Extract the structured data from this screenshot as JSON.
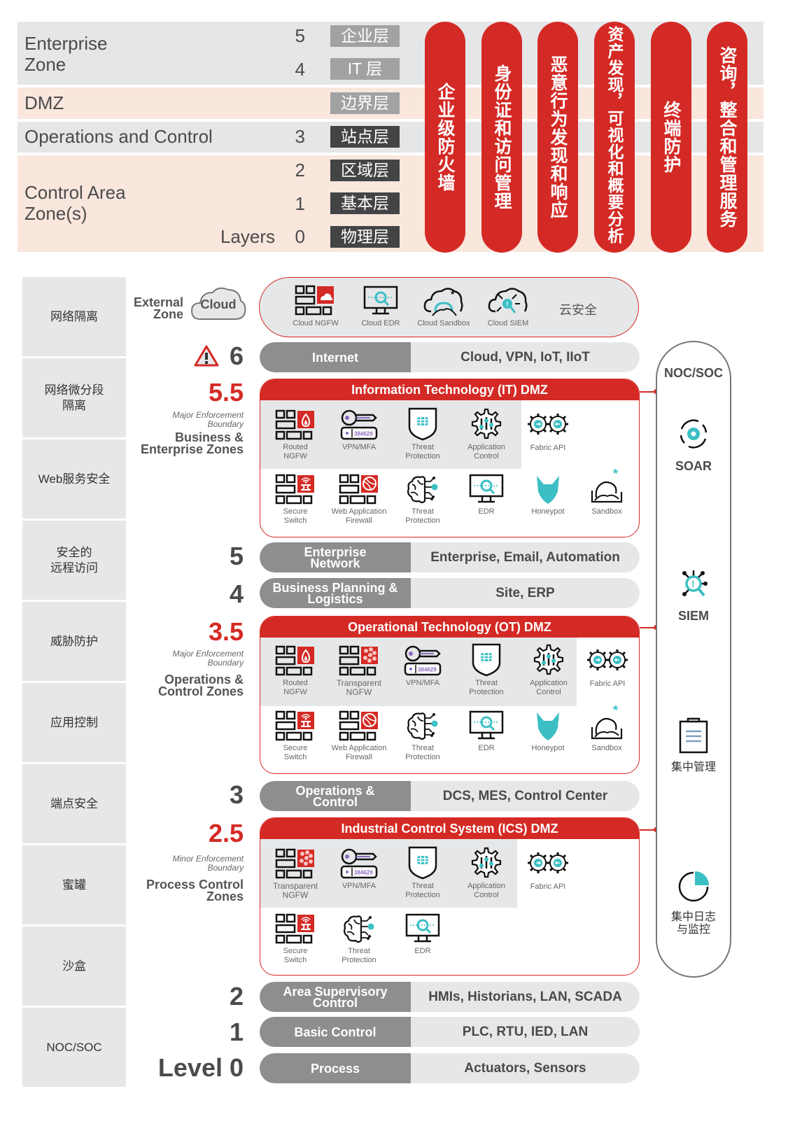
{
  "top": {
    "zones": [
      {
        "label": "Enterprise\nZone",
        "color": "gray"
      },
      {
        "label": "DMZ",
        "color": "peach"
      },
      {
        "label": "Operations and Control",
        "color": "gray"
      },
      {
        "label": "Control Area\nZone(s)",
        "color": "peach"
      }
    ],
    "layers_word": "Layers",
    "layers": [
      {
        "num": "5",
        "tag": "企业层",
        "style": "light"
      },
      {
        "num": "4",
        "tag": "IT 层",
        "style": "light"
      },
      {
        "num": "",
        "tag": "边界层",
        "style": "light"
      },
      {
        "num": "3",
        "tag": "站点层",
        "style": "dark"
      },
      {
        "num": "2",
        "tag": "区域层",
        "style": "dark"
      },
      {
        "num": "1",
        "tag": "基本层",
        "style": "dark"
      },
      {
        "num": "0",
        "tag": "物理层",
        "style": "dark"
      }
    ],
    "pillars": [
      "企业级防火墙",
      "身份证和访问管理",
      "恶意行为发现和响应",
      "资产发现，可视化和概要分析",
      "终端防护",
      "咨询，整合和管理服务"
    ]
  },
  "sidebar": [
    "网络隔离",
    "网络微分段\n隔离",
    "Web服务安全",
    "安全的\n远程访问",
    "威胁防护",
    "应用控制",
    "端点安全",
    "蜜罐",
    "沙盒",
    "NOC/SOC"
  ],
  "cloud": {
    "external_zone": "External\nZone",
    "cloud_label": "Cloud",
    "tools": [
      "Cloud NGFW",
      "Cloud EDR",
      "Cloud Sandbox",
      "Cloud SIEM"
    ],
    "cn_label": "云安全"
  },
  "levels": {
    "l6": {
      "num": "6",
      "left": "Internet",
      "right": "Cloud, VPN, IoT, IIoT"
    },
    "l55": {
      "num": "5.5",
      "boundary": "Major Enforcement\nBoundary",
      "zone": "Business &\nEnterprise Zones"
    },
    "l5": {
      "num": "5",
      "left": "Enterprise\nNetwork",
      "right": "Enterprise, Email, Automation"
    },
    "l4": {
      "num": "4",
      "left": "Business Planning &\nLogistics",
      "right": "Site, ERP"
    },
    "l35": {
      "num": "3.5",
      "boundary": "Major Enforcement\nBoundary",
      "zone": "Operations &\nControl Zones"
    },
    "l3": {
      "num": "3",
      "left": "Operations &\nControl",
      "right": "DCS, MES, Control Center"
    },
    "l25": {
      "num": "2.5",
      "boundary": "Minor Enforcement\nBoundary",
      "zone": "Process Control\nZones"
    },
    "l2": {
      "num": "2",
      "left": "Area Supervisory\nControl",
      "right": "HMIs, Historians, LAN, SCADA"
    },
    "l1": {
      "num": "1",
      "left": "Basic Control",
      "right": "PLC, RTU, IED, LAN"
    },
    "l0": {
      "num": "Level 0",
      "left": "Process",
      "right": "Actuators, Sensors"
    }
  },
  "dmz": {
    "it": {
      "title": "Information Technology (IT) DMZ",
      "row1": [
        "Routed\nNGFW",
        "VPN/MFA",
        "Threat\nProtection",
        "Application\nControl",
        "Fabric API"
      ],
      "row2": [
        "Secure\nSwitch",
        "Web Application\nFirewall",
        "Threat\nProtection",
        "EDR",
        "Honeypot",
        "Sandbox"
      ]
    },
    "ot": {
      "title": "Operational Technology (OT) DMZ",
      "row1": [
        "Routed\nNGFW",
        "Transparent\nNGFW",
        "VPN/MFA",
        "Threat\nProtection",
        "Application\nControl",
        "Fabric API"
      ],
      "row2": [
        "Secure\nSwitch",
        "Web Application\nFirewall",
        "Threat\nProtection",
        "EDR",
        "Honeypot",
        "Sandbox"
      ]
    },
    "ics": {
      "title": "Industrial  Control System (ICS) DMZ",
      "row1": [
        "Transparent\nNGFW",
        "VPN/MFA",
        "Threat\nProtection",
        "Application\nControl",
        "Fabric API"
      ],
      "row2": [
        "Secure\nSwitch",
        "Threat\nProtection",
        "EDR"
      ]
    },
    "vpn_code": "384629"
  },
  "noc": {
    "title": "NOC/SOC",
    "items": [
      "SOAR",
      "SIEM",
      "集中管理",
      "集中日志\n与监控"
    ]
  },
  "colors": {
    "red": "#d42a25",
    "teal": "#3bbfc4",
    "gray": "#8d8e90",
    "light_gray": "#e6e7e9",
    "peach": "#f9e6dd"
  }
}
